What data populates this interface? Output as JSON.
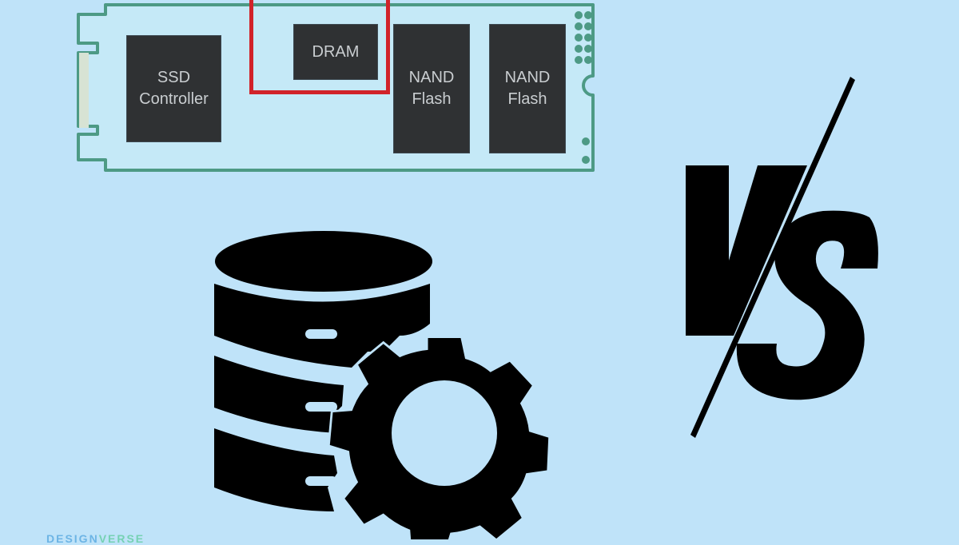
{
  "colors": {
    "background": "#bfe3f9",
    "board_outline": "#4d9a85",
    "chip_fill": "#2f3133",
    "chip_text": "#c9cdd0",
    "highlight": "#d1232a",
    "icon_fill": "#000000",
    "logo_primary": "#2a8fd6",
    "logo_secondary": "#39c37a"
  },
  "ssd_board": {
    "chips": [
      {
        "id": "controller",
        "label": "SSD\nController"
      },
      {
        "id": "dram",
        "label": "DRAM"
      },
      {
        "id": "nand1",
        "label": "NAND\nFlash"
      },
      {
        "id": "nand2",
        "label": "NAND\nFlash"
      }
    ],
    "highlighted_chip": "DRAM"
  },
  "icons": {
    "database": "database-icon",
    "gear": "gear-icon",
    "versus": "vs-icon"
  },
  "versus": {
    "label": "VS"
  },
  "logo": {
    "part1": "DESIGN",
    "part2": "VERSE"
  }
}
